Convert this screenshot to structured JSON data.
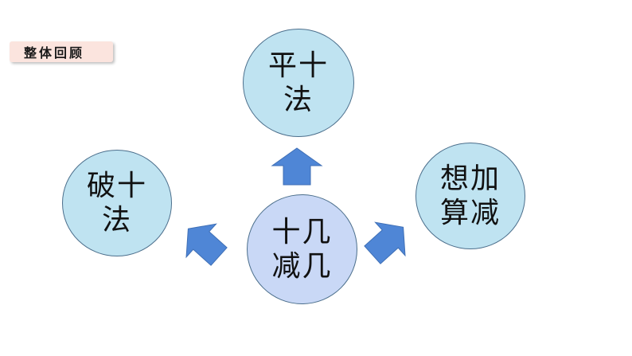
{
  "tag": {
    "label": "整体回顾"
  },
  "diagram": {
    "center": {
      "line1": "十几",
      "line2": "减几"
    },
    "top": {
      "line1": "平十",
      "line2": "法"
    },
    "left": {
      "line1": "破十",
      "line2": "法"
    },
    "right": {
      "line1": "想加",
      "line2": "算减"
    }
  },
  "colors": {
    "outer_circle_fill": "#bfe3f1",
    "center_circle_fill": "#c9d8f6",
    "circle_border": "#4c6f8c",
    "arrow_fill": "#4f86d6",
    "tag_fill": "#fbe4de"
  }
}
